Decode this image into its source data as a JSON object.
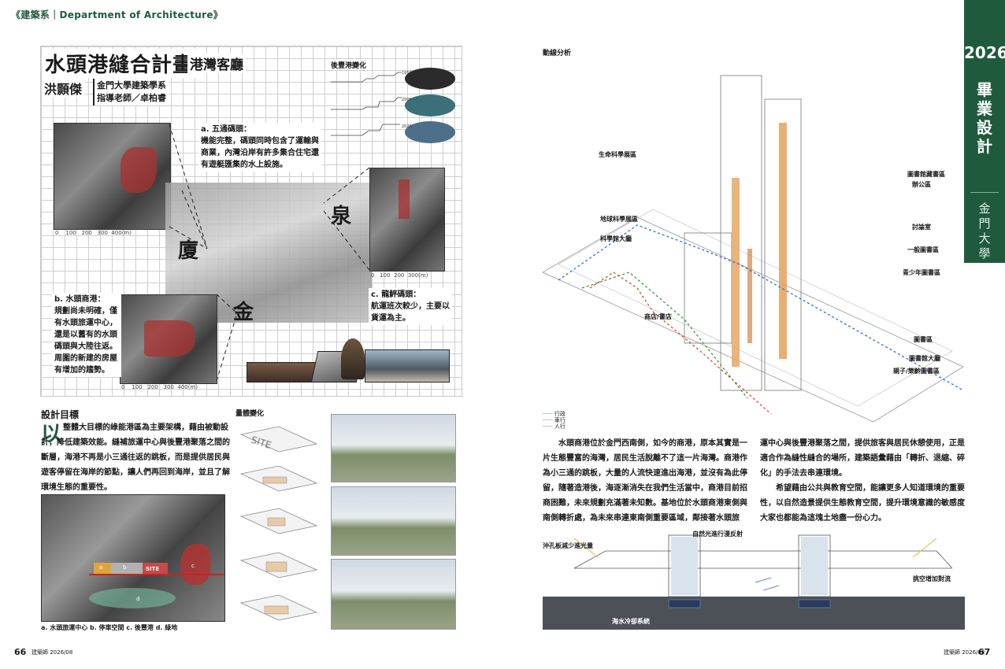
{
  "header": {
    "label": "《建築系｜Department of Architecture》"
  },
  "tab": {
    "year": "2026",
    "title": "畢業設計",
    "school": "金門大學"
  },
  "poster": {
    "title": "水頭港縫合計畫",
    "subtitle": "港灣客廳",
    "author": "洪顥傑",
    "school": "金門大學建築學系",
    "advisor": "指導老師／卓柏睿",
    "notes": {
      "a": "a. 五通碼頭：\n機能完整，碼頭同時包含了運輸與商業，內灣沿岸有許多集合住宅還有遊艇匯集的水上設施。",
      "b": "b. 水頭商港：\n規劃尚未明確，僅有水頭旅運中心，還是以舊有的水頭碼頭與大陸往返。\n周圍的新建的房屋有增加的趨勢。",
      "c": "c. 龍鮃碼頭：\n航運班次較少，主要以貨運為主。"
    },
    "timeline_label": "後豐港變化",
    "timeline_years": [
      "1958",
      "2000",
      "2026"
    ],
    "scales": {
      "a": [
        "0",
        "100",
        "200",
        "300",
        "400(m)"
      ],
      "b": [
        "0",
        "100",
        "200",
        "300",
        "400(m)"
      ],
      "c": [
        "0",
        "100",
        "200",
        "300(m)"
      ]
    },
    "cities": {
      "xiamen": "廈",
      "quanzhou": "泉",
      "kinmen": "金"
    }
  },
  "design_goal": {
    "heading": "設計目標",
    "drop_cap": "以",
    "body": "整體大目標的綠能港區為主要架構，藉由被動設計，降低建築效能。縫補旅運中心與後豐港聚落之間的斷層，海港不再是小三通往返的跳板，而是提供居民與遊客停留在海岸的節點，讓人們再回到海岸，並且了解環境生態的重要性。"
  },
  "volume": {
    "heading": "量體變化",
    "site_label": "SITE"
  },
  "site_map": {
    "caption": "a. 水頭旅運中心  b. 停車空間  c. 後豐港  d. 綠地",
    "tags": [
      "a",
      "b",
      "c",
      "d"
    ],
    "site_label": "SITE"
  },
  "flow": {
    "heading": "動線分析",
    "labels_left": [
      "生命科學展區",
      "地球科學展區",
      "科學館大廳",
      "商店/書店"
    ],
    "labels_right": [
      "圖書館藏書區",
      "辦公區",
      "討論室",
      "一般圖書區",
      "青少年圖書區",
      "圖書區",
      "圖書館大廳",
      "親子/樂齡圖書區"
    ],
    "legend": [
      {
        "label": "行政",
        "color": "#2e6fd1"
      },
      {
        "label": "車行",
        "color": "#d2502a"
      },
      {
        "label": "人行",
        "color": "#3a9a3a"
      }
    ]
  },
  "article": {
    "p1": "水頭商港位於金門西南側，如今的商港，原本其實是一片生態豐富的海灣，居民生活脫離不了這一片海灣。商港作為小三通的跳板，大量的人流快速進出海港，並沒有為此停留，隨著造港後，海逐漸消失在我們生活當中，商港目前招商困難，未來規劃充滿著未知數。基地位於水頭商港東側與南側轉折處，為未來串連東南側重要區域，鄰接著水頭旅",
    "p2a": "運中心與後豐港聚落之間，提供旅客與居民休憩使用，正是適合作為縫性縫合的場所，建築語彙藉由「轉折、退縮、碎化」的手法去串連環境。",
    "p2b": "希望藉由公共與教育空間，能讓更多人知道環境的重要性，以自然造景提供生態教育空間，提升環境意識的敏感度大家也都能為這塊土地盡一份心力。"
  },
  "section": {
    "labels": [
      "自然光進行漫反射",
      "沖孔板減少進光量",
      "挑空增加對流",
      "海水冷卻系統"
    ]
  },
  "folio": {
    "left_page": "66",
    "left_mag": "建築師 2026/08",
    "right_page": "67",
    "right_mag": "建築師 2026/08"
  }
}
